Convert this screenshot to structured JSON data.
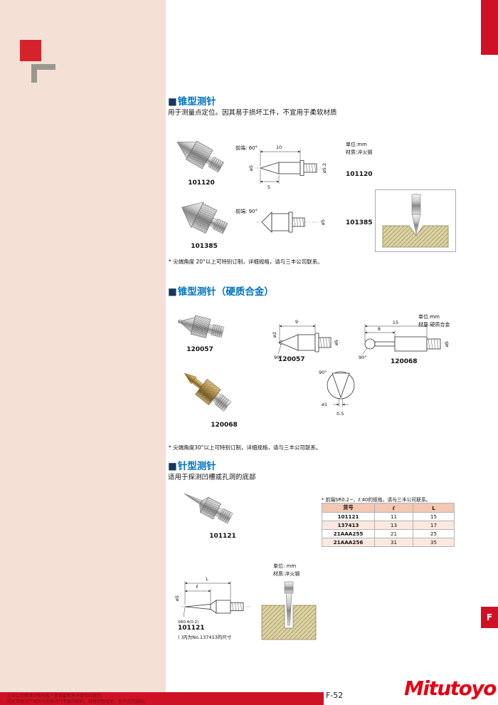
{
  "page": {
    "side_tab": "F",
    "page_number": "F-52",
    "brand": "Mitutoyo",
    "footer_line1": "三丰公司秉承持续向客户提供最新技术体验的理念。",
    "footer_line2": "因此保留对产品技术规格进行变更的权利，规格如有变更，恕不另行通知。"
  },
  "section1": {
    "mark": "■",
    "title": "锥型测针",
    "desc": "用于测量点定位。因其易于损坏工件，不宜用于柔软材质",
    "unit": "单位:mm",
    "material": "材质:淬火钢",
    "item1": {
      "photo_label": "101120",
      "tip": "前端: 60°",
      "part": "101120",
      "dim_len": "10",
      "dim_tiplen": "5",
      "dim_dia": "ø5",
      "dim_stem": "ø5.2"
    },
    "item2": {
      "photo_label": "101385",
      "tip": "前端: 90°",
      "part": "101385",
      "dim_dia": "ø5"
    },
    "footnote": "* 尖端角度 20°以上可特别订制，详细规格，请与三丰公司联系。"
  },
  "section2": {
    "mark": "■",
    "title": "锥型测针（硬质合金）",
    "unit": "单位:mm",
    "material": "材质:硬质合金",
    "item1": {
      "photo_label": "120057",
      "part": "120057",
      "dim_len": "9",
      "dim_tip": "ø2",
      "dim_angle": "90°",
      "dim_dia": "ø5"
    },
    "item2": {
      "photo_label": "120068",
      "part": "120068",
      "dim_len": "15",
      "dim_len2": "8",
      "dim_dia": "ø5",
      "dim_angle": "90°"
    },
    "detail": {
      "angle": "90°",
      "dia": "ø1",
      "tip": "0.5"
    },
    "footnote": "* 尖端角度30°以上可特别订制，详细规格，请与三丰公司联系。"
  },
  "section3": {
    "mark": "■",
    "title": "针型测针",
    "desc": "适用于探测凹槽或孔洞的底部",
    "photo_label": "101121",
    "note": "* 前端SR0.2~、ℓ:40的规格，请与三丰公司联系。",
    "table": {
      "headers": [
        "货号",
        "ℓ",
        "L"
      ],
      "rows": [
        [
          "101121",
          "11",
          "15"
        ],
        [
          "137413",
          "13",
          "17"
        ],
        [
          "21AAA255",
          "21",
          "25"
        ],
        [
          "21AAA256",
          "31",
          "35"
        ]
      ]
    },
    "unit": "单位: mm",
    "material": "材质:淬火钢",
    "drawing": {
      "dim_L": "L",
      "dim_l": "ℓ",
      "dim_dia": "ø5",
      "dim_sr": "SR0.4(0.2)",
      "part": "101121",
      "note": "( )内为No.137413的尺寸"
    }
  }
}
